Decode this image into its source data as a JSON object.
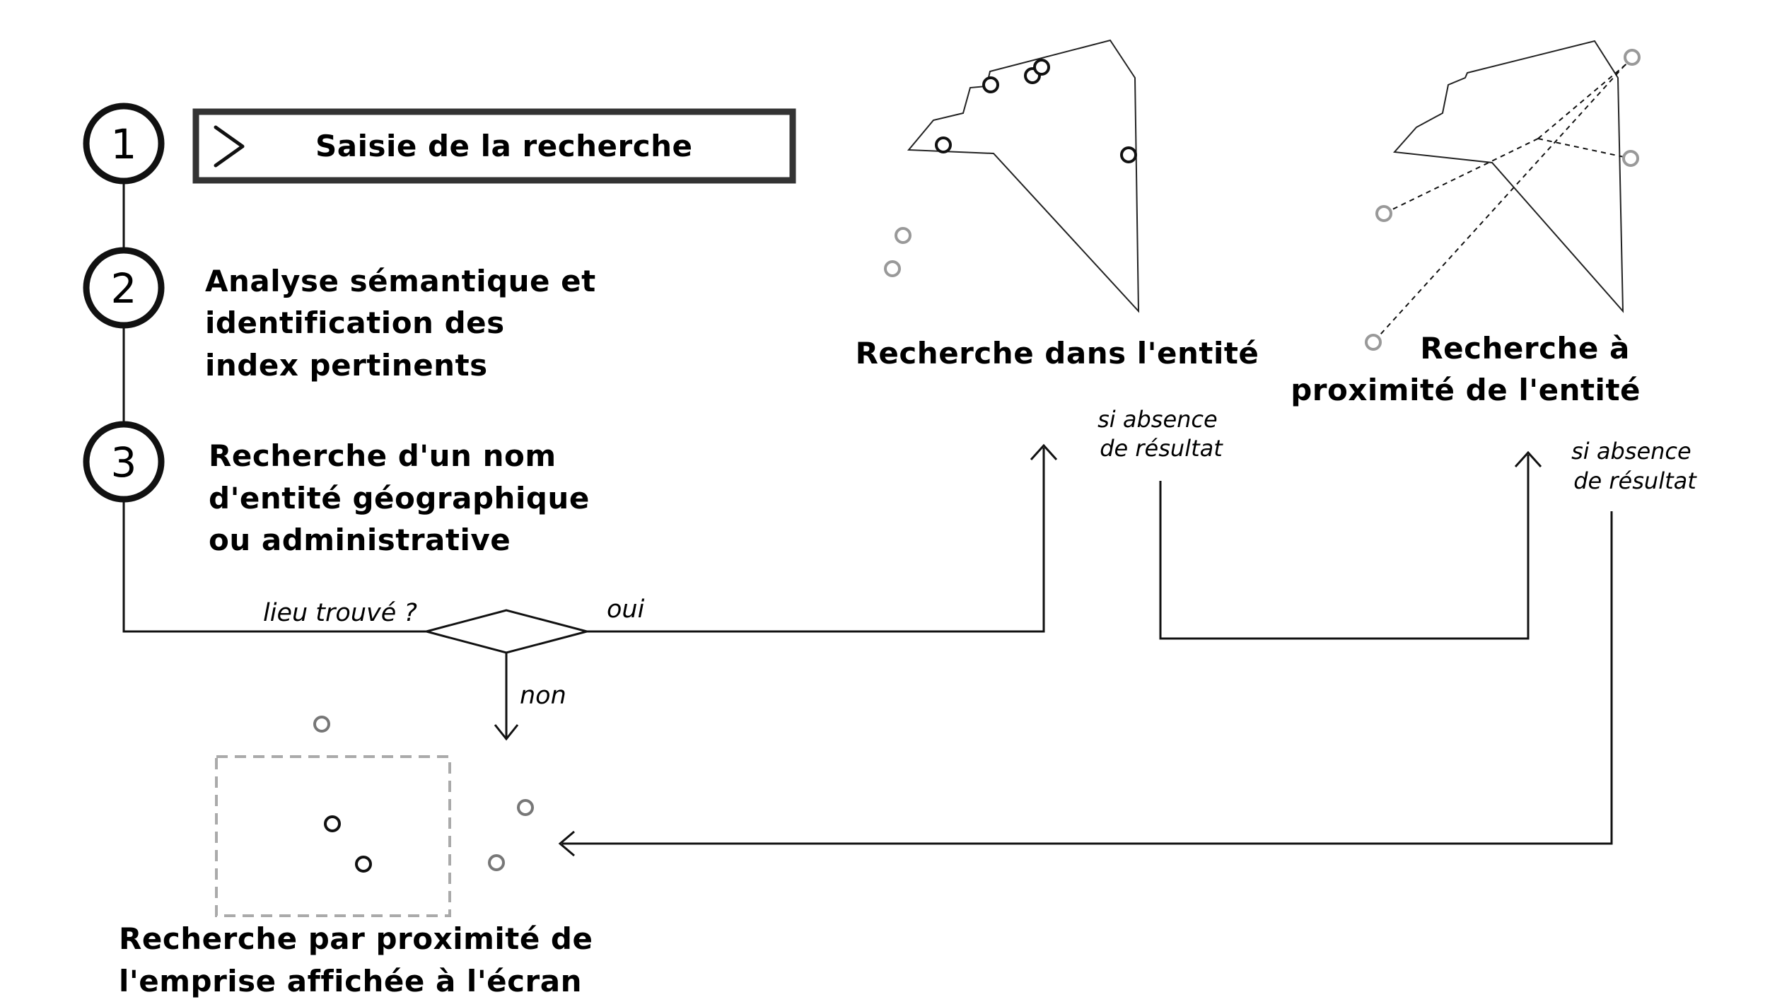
{
  "steps": [
    {
      "number": "1",
      "label": "Saisie de la recherche"
    },
    {
      "number": "2",
      "lines": [
        "Analyse sémantique et",
        "identification des",
        "index pertinents"
      ]
    },
    {
      "number": "3",
      "lines": [
        "Recherche d'un nom",
        "d'entité géographique",
        "ou administrative"
      ]
    }
  ],
  "search_box": {
    "prompt_symbol": ">"
  },
  "decision": {
    "question": "lieu trouvé ?",
    "yes_label": "oui",
    "no_label": "non"
  },
  "entity_search": {
    "title": "Recherche dans l'entité",
    "fallback": [
      "si absence",
      "de résultat"
    ]
  },
  "proximity_entity_search": {
    "title": [
      "Recherche à",
      "proximité de l'entité"
    ],
    "fallback": [
      "si absence",
      "de résultat"
    ]
  },
  "screen_extent_search": {
    "title": [
      "Recherche par proximité de",
      "l'emprise affichée à l'écran"
    ]
  },
  "colors": {
    "line": "#111111",
    "box_border": "#333333",
    "result_marker": "#111111",
    "outside_marker": "#999999",
    "extent_border": "#aaaaaa"
  }
}
